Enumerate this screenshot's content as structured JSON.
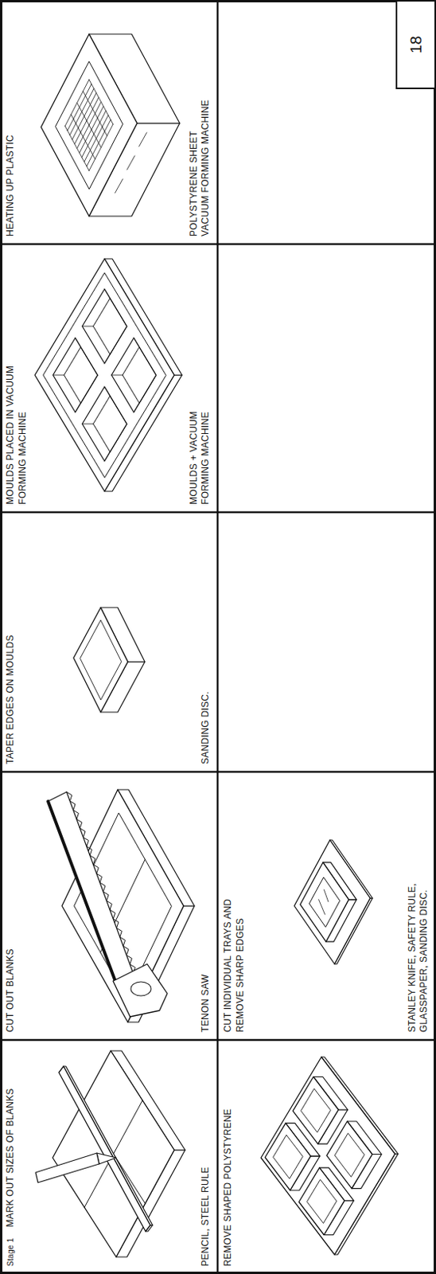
{
  "diagram": {
    "nodes": [
      {
        "text": [
          "Stage 1",
          "MARK OUT SIZES OF BLANKS",
          "PENCIL, STEEL RULE"
        ]
      },
      {
        "text": [
          "CUT OUT BLANKS",
          "TENON SAW"
        ]
      },
      {
        "text": [
          "TAPER EDGES ON MOULDS",
          "SANDING DISC."
        ]
      },
      {
        "text": [
          "MOULDS PLACED IN VACUUM FORMING MACHINE",
          "MOULDS + VACUUM FORMING MACHINE"
        ]
      },
      {
        "text": [
          "HEATING UP PLASTIC",
          "POLYSTYRENE SHEET VACUUM FORMING MACHINE"
        ]
      },
      {
        "text": [
          "REMOVE SHAPED POLYSTYRENE"
        ]
      },
      {
        "text": [
          "CUT INDIVIDUAL TRAYS AND REMOVE SHARP EDGES",
          "STANLEY KNIFE, SAFETY RULE, GLASSPAPER, SANDING DISC."
        ]
      },
      {
        "text": [
          "18"
        ]
      }
    ]
  }
}
